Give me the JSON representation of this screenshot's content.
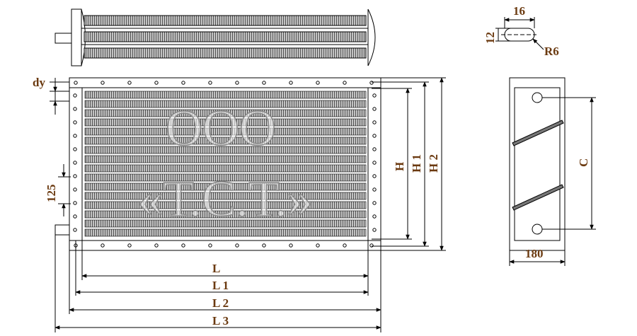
{
  "watermark": {
    "line1": "ООО",
    "line2": "«Т.С.Т.»"
  },
  "dimensions": {
    "dy": "dy",
    "pitch": "125",
    "H": "H",
    "H1": "H 1",
    "H2": "H 2",
    "L": "L",
    "L1": "L 1",
    "L2": "L 2",
    "L3": "L 3",
    "hole_width": "16",
    "hole_height": "12",
    "hole_radius": "R6",
    "C": "C",
    "depth": "180"
  },
  "colors": {
    "line": "#000000",
    "fin_fill": "#b8b8b8",
    "fin_dark": "#555555",
    "dim_text": "#6b3a10"
  }
}
